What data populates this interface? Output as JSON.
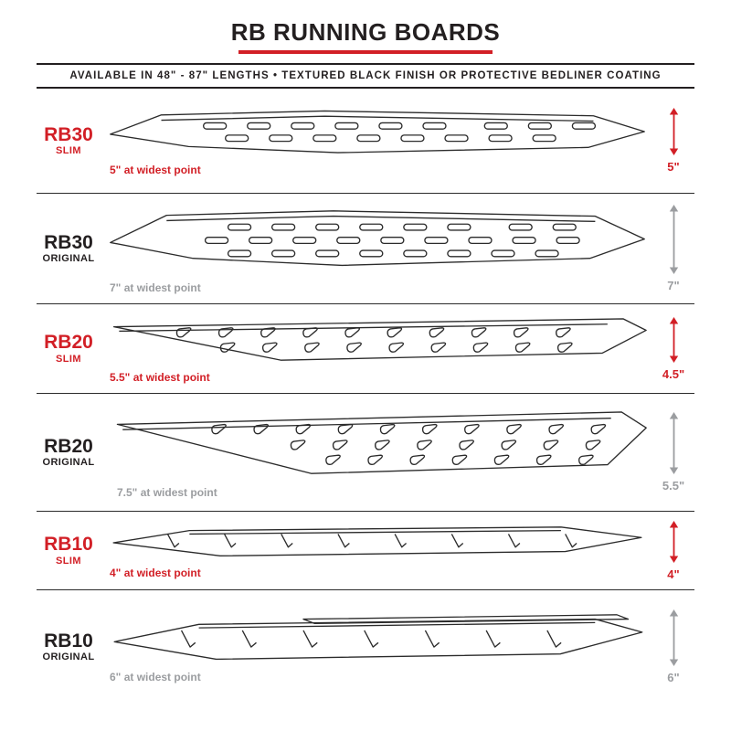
{
  "header": {
    "title": "RB RUNNING BOARDS",
    "subtitle": "AVAILABLE IN 48\" - 87\" LENGTHS  •  TEXTURED BLACK FINISH OR PROTECTIVE BEDLINER COATING"
  },
  "colors": {
    "red": "#d21f26",
    "black": "#231f20",
    "gray": "#9b9da0"
  },
  "boards": [
    {
      "model": "RB30",
      "variant": "SLIM",
      "width_label": "5\" at widest point",
      "height_label": "5\""
    },
    {
      "model": "RB30",
      "variant": "ORIGINAL",
      "width_label": "7\" at widest point",
      "height_label": "7\""
    },
    {
      "model": "RB20",
      "variant": "SLIM",
      "width_label": "5.5\" at widest point",
      "height_label": "4.5\""
    },
    {
      "model": "RB20",
      "variant": "ORIGINAL",
      "width_label": "7.5\" at widest point",
      "height_label": "5.5\""
    },
    {
      "model": "RB10",
      "variant": "SLIM",
      "width_label": "4\" at widest point",
      "height_label": "4\""
    },
    {
      "model": "RB10",
      "variant": "ORIGINAL",
      "width_label": "6\" at widest point",
      "height_label": "6\""
    }
  ]
}
